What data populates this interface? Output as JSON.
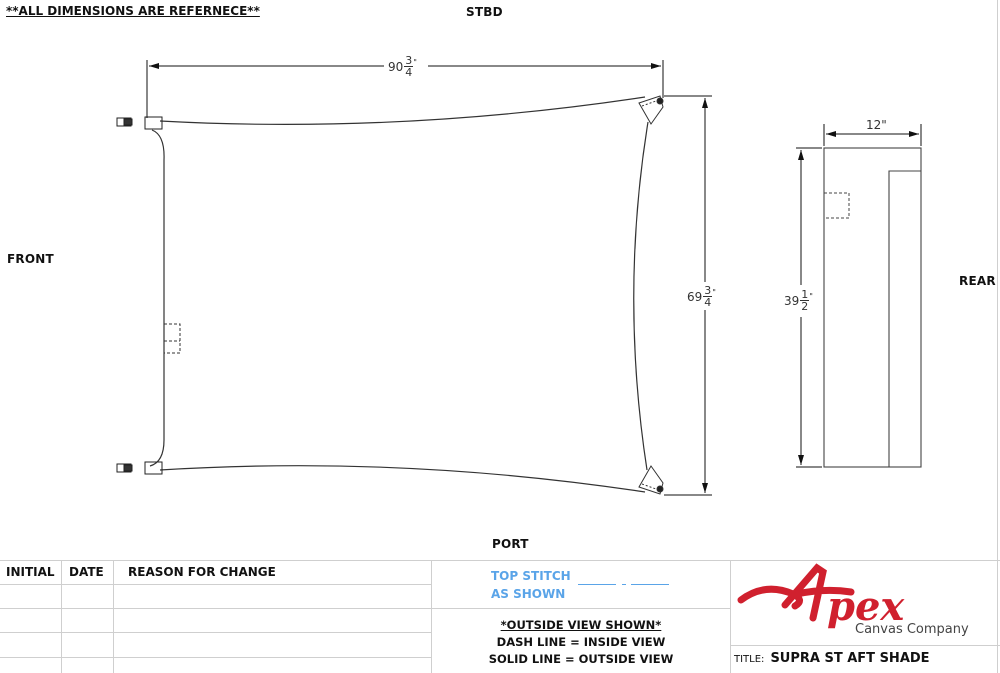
{
  "drawing": {
    "note": "**ALL DIMENSIONS ARE REFERNECE**",
    "orientation_labels": {
      "top": "STBD",
      "bottom": "PORT",
      "left": "FRONT",
      "right": "REAR"
    },
    "main_view": {
      "width_dimension": {
        "whole": "90",
        "num": "3",
        "den": "4",
        "unit": "\""
      },
      "height_dimension": {
        "whole": "69",
        "num": "3",
        "den": "4",
        "unit": "\""
      }
    },
    "side_view": {
      "width_dimension": "12\"",
      "height_dimension": {
        "whole": "39",
        "num": "1",
        "den": "2",
        "unit": "\""
      }
    }
  },
  "title_block": {
    "revision_table": {
      "headers": [
        "INITIAL",
        "DATE",
        "REASON FOR CHANGE"
      ],
      "rows": [
        [
          "",
          "",
          ""
        ],
        [
          "",
          "",
          ""
        ],
        [
          "",
          "",
          ""
        ]
      ]
    },
    "stitch_note": {
      "line1": "TOP STITCH",
      "line2": "AS SHOWN"
    },
    "view_legend": {
      "line1": "*OUTSIDE VIEW SHOWN*",
      "line2": "DASH LINE = INSIDE VIEW",
      "line3": "SOLID LINE = OUTSIDE VIEW"
    },
    "logo": {
      "main": "Apex",
      "sub": "Canvas Company",
      "color": "#d0202e"
    },
    "title_label": "TITLE:",
    "title_value": "SUPRA ST AFT SHADE"
  }
}
